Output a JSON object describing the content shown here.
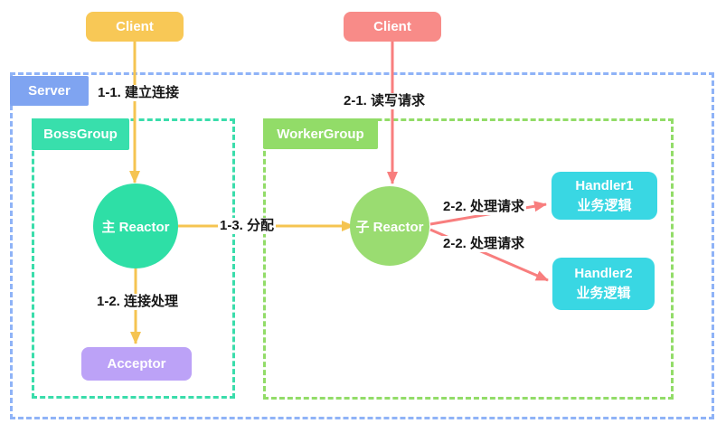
{
  "nodes": {
    "client_left": {
      "label": "Client",
      "color": "#f8c856"
    },
    "client_right": {
      "label": "Client",
      "color": "#f88b88"
    },
    "server_group": {
      "label": "Server",
      "color": "#7fa4f1"
    },
    "boss_group": {
      "label": "BossGroup",
      "color": "#38dfac"
    },
    "worker_group": {
      "label": "WorkerGroup",
      "color": "#92dc68"
    },
    "main_reactor": {
      "label": "主 Reactor",
      "color": "#2edfa6"
    },
    "sub_reactor": {
      "label": "子 Reactor",
      "color": "#9adc71"
    },
    "acceptor": {
      "label": "Acceptor",
      "color": "#bca2f7"
    },
    "handler1": {
      "title": "Handler1",
      "subtitle": "业务逻辑",
      "color": "#39d7e3"
    },
    "handler2": {
      "title": "Handler2",
      "subtitle": "业务逻辑",
      "color": "#39d7e3"
    }
  },
  "edges": {
    "establish_connection": {
      "label": "1-1. 建立连接",
      "color": "#f5c451"
    },
    "read_write_request": {
      "label": "2-1. 读写请求",
      "color": "#f87e7e"
    },
    "dispatch": {
      "label": "1-3. 分配",
      "color": "#f5c451"
    },
    "connection_handling": {
      "label": "1-2. 连接处理",
      "color": "#f5c451"
    },
    "handle_request_1": {
      "label": "2-2. 处理请求",
      "color": "#f87e7e"
    },
    "handle_request_2": {
      "label": "2-2. 处理请求",
      "color": "#f87e7e"
    }
  }
}
